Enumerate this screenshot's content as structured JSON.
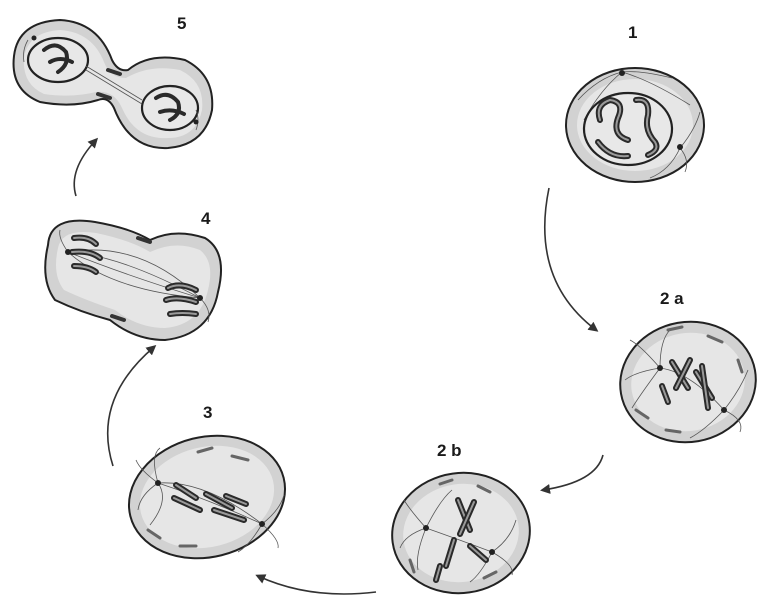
{
  "stages": [
    {
      "id": "1",
      "label": "1"
    },
    {
      "id": "2a",
      "label": "2 a"
    },
    {
      "id": "2b",
      "label": "2 b"
    },
    {
      "id": "3",
      "label": "3"
    },
    {
      "id": "4",
      "label": "4"
    },
    {
      "id": "5",
      "label": "5"
    }
  ],
  "colors": {
    "cell_fill": "#d2d2d2",
    "outline": "#222222",
    "background": "#ffffff"
  }
}
